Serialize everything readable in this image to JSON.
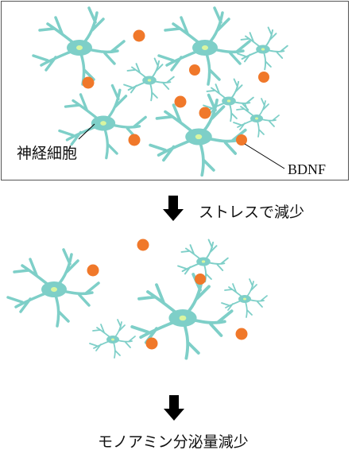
{
  "top_panel": {
    "neuron_label": "神経細胞",
    "bdnf_label": "BDNF"
  },
  "arrow1": {
    "caption": "ストレスで減少"
  },
  "arrow2": {
    "caption": "モノアミン分泌量減少"
  },
  "colors": {
    "neuron_body": "#7ecfc8",
    "nucleus": "#d9f5a0",
    "bdnf_dot": "#f0782a",
    "border": "#555555"
  }
}
